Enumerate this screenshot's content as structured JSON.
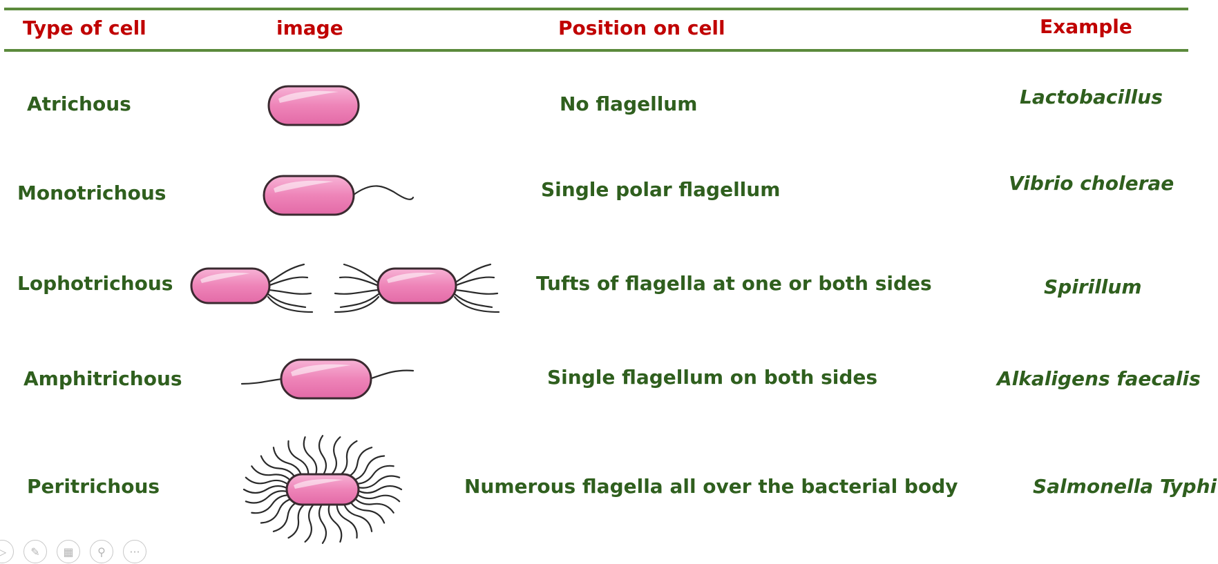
{
  "headers": {
    "type": "Type of cell",
    "image": "image",
    "position": "Position on cell",
    "example": "Example"
  },
  "rows": [
    {
      "type": "Atrichous",
      "position": "No flagellum",
      "example": "Lactobacillus",
      "image_icon": "atrichous-bacterium-icon"
    },
    {
      "type": "Monotrichous",
      "position": "Single polar flagellum",
      "example": "Vibrio cholerae",
      "image_icon": "monotrichous-bacterium-icon"
    },
    {
      "type": "Lophotrichous",
      "position": "Tufts of flagella at one or both sides",
      "example": "Spirillum",
      "image_icon": "lophotrichous-bacterium-icon"
    },
    {
      "type": "Amphitrichous",
      "position": "Single flagellum on both sides",
      "example": "Alkaligens faecalis",
      "image_icon": "amphitrichous-bacterium-icon"
    },
    {
      "type": "Peritrichous",
      "position": "Numerous flagella all over the bacterial body",
      "example": "Salmonella Typhi",
      "image_icon": "peritrichous-bacterium-icon"
    }
  ],
  "colors": {
    "header_text": "#c00000",
    "body_text": "#2f5f1e",
    "rule": "#5b8a3c",
    "cell_fill": "#f08cbf"
  },
  "controls": [
    "play-icon",
    "pen-icon",
    "slides-icon",
    "zoom-icon",
    "more-icon"
  ]
}
